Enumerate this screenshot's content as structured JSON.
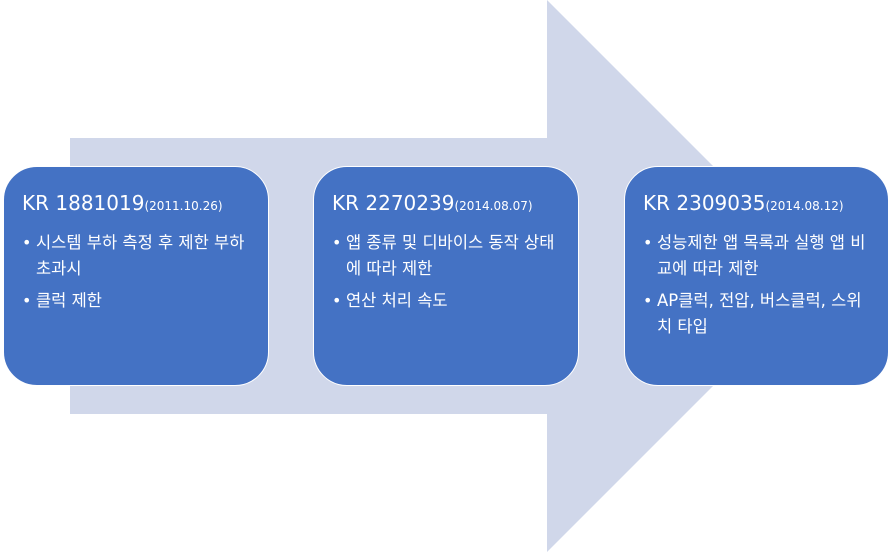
{
  "colors": {
    "arrow_fill": "#d0d7ea",
    "card_fill": "#4472c4",
    "text": "#ffffff"
  },
  "bullet_glyph": "•",
  "cards": [
    {
      "number": "KR 1881019",
      "date": "(2011.10.26)",
      "bullets": [
        "시스템 부하 측정 후 제한 부하 초과시",
        "클럭 제한"
      ]
    },
    {
      "number": "KR 2270239",
      "date": "(2014.08.07)",
      "bullets": [
        "앱 종류 및 디바이스 동작 상태에 따라 제한",
        "연산 처리 속도"
      ]
    },
    {
      "number": "KR 2309035",
      "date": "(2014.08.12)",
      "bullets": [
        "성능제한 앱 목록과 실행 앱 비교에 따라 제한",
        "AP클럭, 전압, 버스클럭, 스위치 타입"
      ]
    }
  ]
}
